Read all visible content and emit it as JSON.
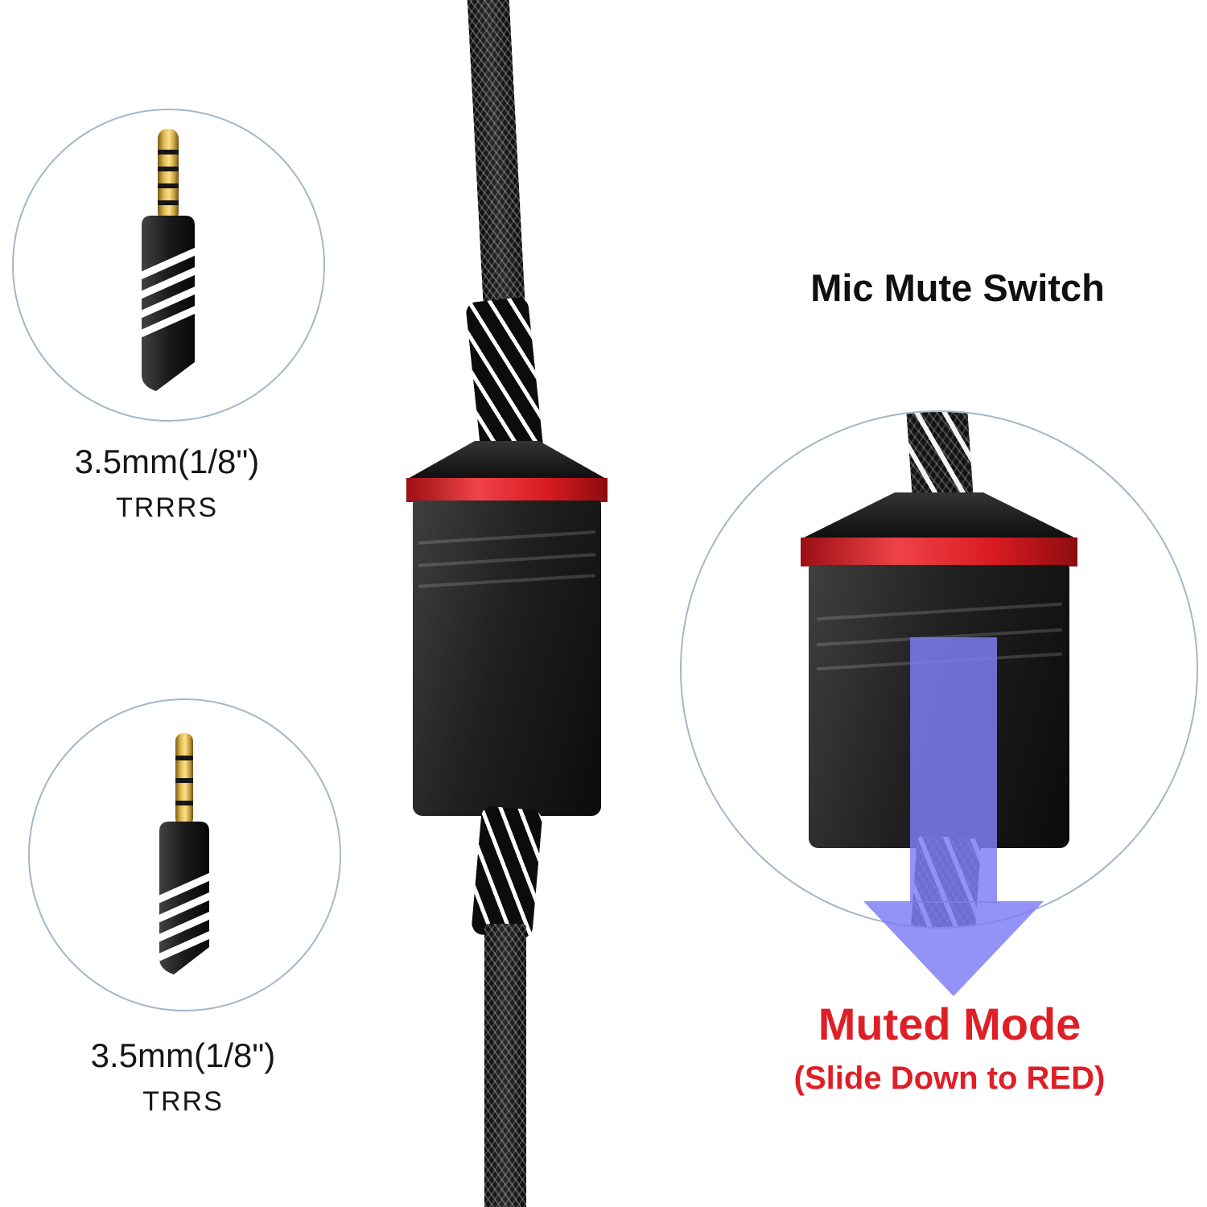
{
  "left_panel": {
    "top_plug": {
      "size_label": "3.5mm(1/8\")",
      "type_label": "TRRRS"
    },
    "bottom_plug": {
      "size_label": "3.5mm(1/8\")",
      "type_label": "TRRS"
    }
  },
  "right_panel": {
    "title": "Mic Mute Switch",
    "muted_mode_label": "Muted Mode",
    "muted_mode_hint": "(Slide Down to RED)"
  },
  "icons": {
    "trrrs_plug": "trrrs-plug-icon",
    "trrs_plug": "trrs-plug-icon",
    "slide_down_arrow": "slide-down-arrow-icon"
  },
  "colors": {
    "accent_red": "#df1f27",
    "arrow_blue": "#7d7df5",
    "circle_border": "#a2b7ca",
    "text_dark": "#161616"
  }
}
